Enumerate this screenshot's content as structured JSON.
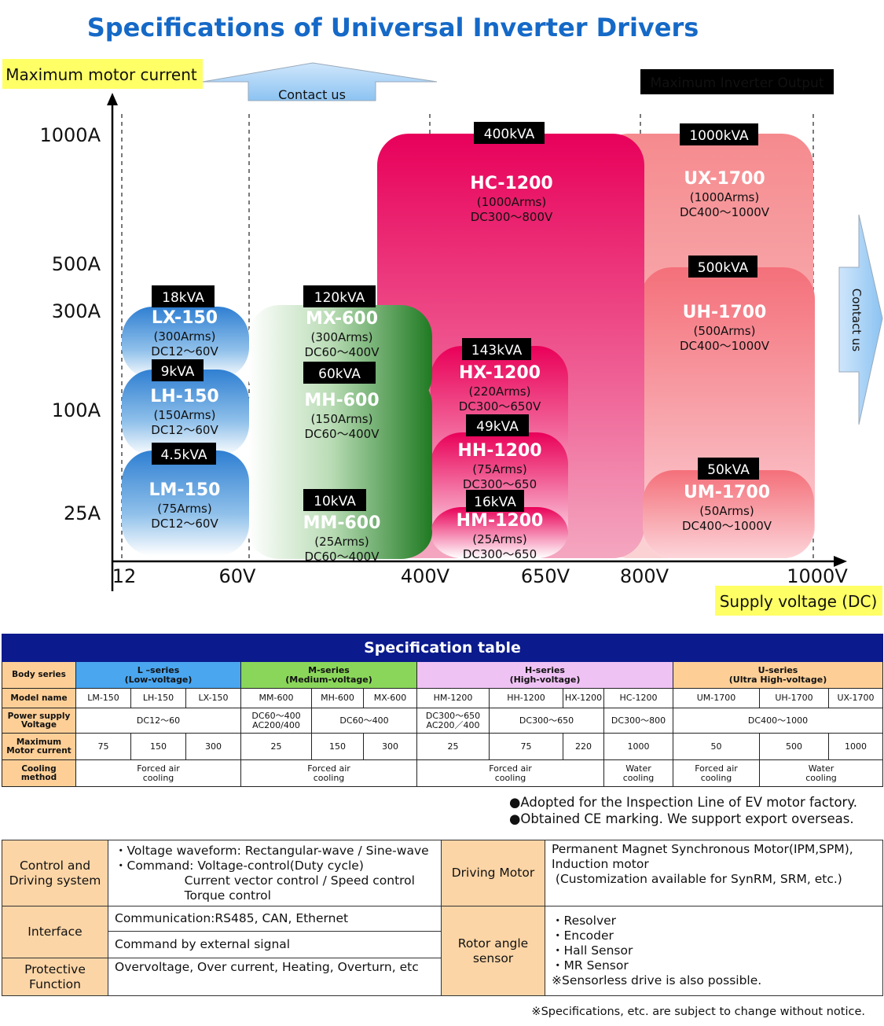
{
  "title": "Specifications of Universal Inverter Drivers",
  "colors": {
    "title": "#1569c7",
    "high_magenta": "#e8005a",
    "ultra_salmon": "#f47a80",
    "low_blue": "#3d8fd8",
    "medium_green": "#2a8a2a",
    "yellow_label": "#ffff66"
  },
  "chart_data": {
    "type": "area",
    "title": "Specifications of Universal Inverter Drivers",
    "ylabel": "Maximum motor current",
    "xlabel": "Supply voltage (DC)",
    "output_label": "Maximum Inverter Output",
    "contact_up": "Contact us",
    "contact_right": "Contact us",
    "x_ticks": [
      "12",
      "60V",
      "400V",
      "650V",
      "800V",
      "1000V"
    ],
    "y_ticks": [
      "1000A",
      "500A",
      "300A",
      "100A",
      "25A"
    ],
    "series": [
      {
        "name": "LX-150",
        "kva": "18kVA",
        "arms": "(300Arms)",
        "range": "DC12～60V",
        "current": 300,
        "vmin": 12,
        "vmax": 60
      },
      {
        "name": "LH-150",
        "kva": "9kVA",
        "arms": "(150Arms)",
        "range": "DC12～60V",
        "current": 150,
        "vmin": 12,
        "vmax": 60
      },
      {
        "name": "LM-150",
        "kva": "4.5kVA",
        "arms": "(75Arms)",
        "range": "DC12～60V",
        "current": 75,
        "vmin": 12,
        "vmax": 60
      },
      {
        "name": "MX-600",
        "kva": "120kVA",
        "arms": "(300Arms)",
        "range": "DC60～400V",
        "current": 300,
        "vmin": 60,
        "vmax": 400
      },
      {
        "name": "MH-600",
        "kva": "60kVA",
        "arms": "(150Arms)",
        "range": "DC60～400V",
        "current": 150,
        "vmin": 60,
        "vmax": 400
      },
      {
        "name": "MM-600",
        "kva": "10kVA",
        "arms": "(25Arms)",
        "range": "DC60～400V",
        "current": 25,
        "vmin": 60,
        "vmax": 400
      },
      {
        "name": "HC-1200",
        "kva": "400kVA",
        "arms": "(1000Arms)",
        "range": "DC300～800V",
        "current": 1000,
        "vmin": 300,
        "vmax": 800
      },
      {
        "name": "HX-1200",
        "kva": "143kVA",
        "arms": "(220Arms)",
        "range": "DC300～650V",
        "current": 220,
        "vmin": 300,
        "vmax": 650
      },
      {
        "name": "HH-1200",
        "kva": "49kVA",
        "arms": "(75Arms)",
        "range": "DC300～650",
        "current": 75,
        "vmin": 300,
        "vmax": 650
      },
      {
        "name": "HM-1200",
        "kva": "16kVA",
        "arms": "(25Arms)",
        "range": "DC300～650",
        "current": 25,
        "vmin": 300,
        "vmax": 650
      },
      {
        "name": "UX-1700",
        "kva": "1000kVA",
        "arms": "(1000Arms)",
        "range": "DC400～1000V",
        "current": 1000,
        "vmin": 400,
        "vmax": 1000
      },
      {
        "name": "UH-1700",
        "kva": "500kVA",
        "arms": "(500Arms)",
        "range": "DC400～1000V",
        "current": 500,
        "vmin": 400,
        "vmax": 1000
      },
      {
        "name": "UM-1700",
        "kva": "50kVA",
        "arms": "(50Arms)",
        "range": "DC400～1000V",
        "current": 50,
        "vmin": 400,
        "vmax": 1000
      }
    ]
  },
  "spec_table": {
    "header": "Specification table",
    "labels": {
      "body": "Body series",
      "model": "Model name",
      "power": "Power supply\nVoltage",
      "current": "Maximum\nMotor current",
      "cooling": "Cooling\nmethod"
    },
    "series": [
      {
        "name": "L –series\n(Low-voltage)"
      },
      {
        "name": "M-series\n(Medium-voltage)"
      },
      {
        "name": "H-series\n(High-voltage)"
      },
      {
        "name": "U-series\n(Ultra High-voltage)"
      }
    ],
    "models": [
      "LM-150",
      "LH-150",
      "LX-150",
      "MM-600",
      "MH-600",
      "MX-600",
      "HM-1200",
      "HH-1200",
      "HX-1200",
      "HC-1200",
      "UM-1700",
      "UH-1700",
      "UX-1700"
    ],
    "power": [
      "DC12～60",
      "DC60～400\nAC200/400",
      "DC60～400",
      "DC300～650\nAC200／400",
      "DC300～650",
      "DC300～800",
      "DC400～1000"
    ],
    "currents": [
      "75",
      "150",
      "300",
      "25",
      "150",
      "300",
      "25",
      "75",
      "220",
      "1000",
      "50",
      "500",
      "1000"
    ],
    "cooling": [
      "Forced air\ncooling",
      "Forced air\ncooling",
      "Forced air\ncooling",
      "Water\ncooling",
      "Forced air\ncooling",
      "Water\ncooling"
    ]
  },
  "notes": [
    "●Adopted for the Inspection Line of EV motor factory.",
    "●Obtained CE marking. We support export overseas."
  ],
  "info": {
    "control_label": "Control and\nDriving system",
    "control_text": "・Voltage waveform: Rectangular-wave / Sine-wave\n・Command: Voltage-control(Duty cycle)\n                  Current vector control / Speed control\n                  Torque control",
    "motor_label": "Driving Motor",
    "motor_text": "Permanent Magnet Synchronous Motor(IPM,SPM),\nInduction motor\n (Customization available for SynRM, SRM, etc.)",
    "interface_label": "Interface",
    "interface_1": "Communication:RS485, CAN, Ethernet",
    "interface_2": "Command by external signal",
    "rotor_label": "Rotor angle\nsensor",
    "rotor_text": "・Resolver\n・Encoder\n・Hall Sensor\n・MR Sensor\n※Sensorless drive is also possible.",
    "protective_label": "Protective\nFunction",
    "protective_text": "Overvoltage, Over current, Heating, Overturn, etc"
  },
  "footnote": "※Specifications, etc. are subject to change without notice."
}
